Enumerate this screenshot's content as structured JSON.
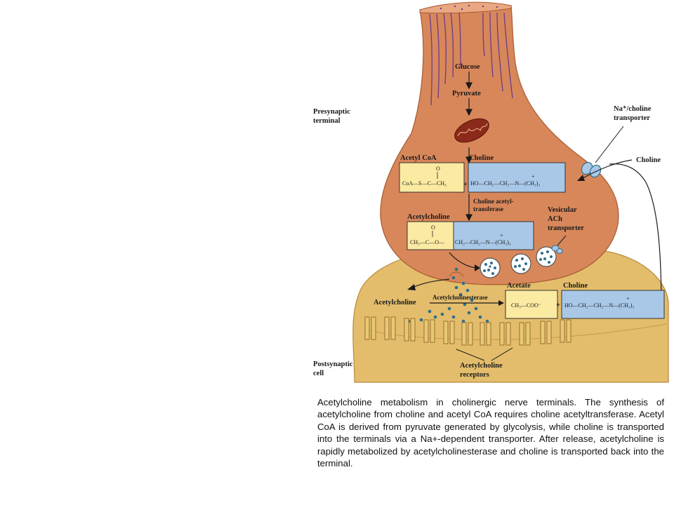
{
  "labels": {
    "glucose": "Glucose",
    "pyruvate": "Pyruvate",
    "presynaptic_1": "Presynaptic",
    "presynaptic_2": "terminal",
    "na_choline_1": "Na⁺/choline",
    "na_choline_2": "transporter",
    "choline_right": "Choline",
    "acetyl_coa": "Acetyl CoA",
    "choline_top": "Choline",
    "enzyme_1": "Choline acetyl-",
    "enzyme_2": "transferase",
    "acetylcholine_top": "Acetylcholine",
    "vesicular_1": "Vesicular",
    "vesicular_2": "ACh",
    "vesicular_3": "transporter",
    "acetylcholine_cleft": "Acetylcholine",
    "ache": "Acetylcholinesterase",
    "acetate": "Acetate",
    "choline_bottom": "Choline",
    "postsynaptic_1": "Postsynaptic",
    "postsynaptic_2": "cell",
    "receptors_1": "Acetylcholine",
    "receptors_2": "receptors"
  },
  "formulas": {
    "acetyl_coa": "CoA—S—C—CH₃",
    "acetyl_coa_o": "O",
    "choline": "HO—CH₂—CH₂—N—(CH₃)₃",
    "acetylcholine_left": "CH₃—C—O—",
    "acetylcholine_o": "O",
    "acetylcholine_right": "CH₂—CH₂—N—(CH₃)₃",
    "acetate": "CH₃—COO⁻",
    "choline_bottom": "HO—CH₂—CH₂—N—(CH₃)₃",
    "plus": "+"
  },
  "caption": "Acetylcholine metabolism in cholinergic nerve terminals. The synthesis of acetylcholine from choline and acetyl CoA requires choline acetyltransferase. Acetyl CoA is derived from pyruvate generated by glycolysis, while choline is transported into the terminals via a Na+-dependent transporter. After release, acetylcholine is rapidly metabolized by acetylcholinesterase and choline is transported back into the terminal.",
  "colors": {
    "terminal": "#d8875a",
    "terminal_dark": "#b8643a",
    "postsynaptic": "#e3bd6c",
    "postsynaptic_dark": "#c99a45",
    "yellow_box": "#fbeaa2",
    "blue_box": "#a9c8e8",
    "axon_lines": "#6a3c8a",
    "mito": "#8b2a1a",
    "ach_dot": "#2f6e8a"
  }
}
